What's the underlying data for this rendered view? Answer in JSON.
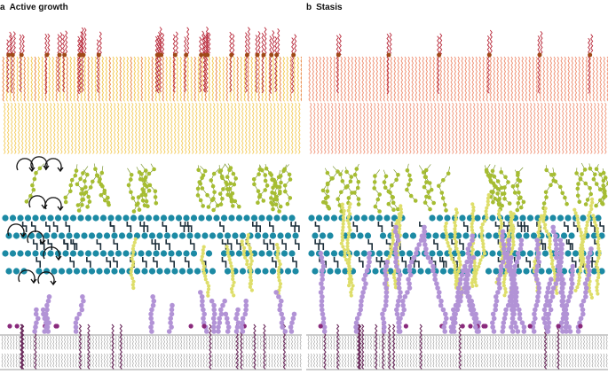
{
  "panels": [
    {
      "letter": "a",
      "title": "Active growth"
    },
    {
      "letter": "b",
      "title": "Stasis"
    }
  ],
  "colors": {
    "mycolic_top": "#b8283a",
    "mycolic_orange": "#e8823a",
    "mycolic_yellow": "#f2c64a",
    "stasis_salmon": "#ee8c6e",
    "arabinogalactan": "#a6bd32",
    "lipomannan_yellow": "#dede6a",
    "peptidoglycan": "#1c8aa4",
    "peptide_link": "#1c2e3a",
    "mannan_purple": "#b293d6",
    "mannan_dark": "#8a2a7c",
    "membrane_grey": "#9a9a9a",
    "membrane_protein": "#6a2a5c",
    "growth_arrow": "#111111",
    "ester_brown": "#a04a18"
  },
  "icons": [
    "curved-arrow-icon"
  ]
}
